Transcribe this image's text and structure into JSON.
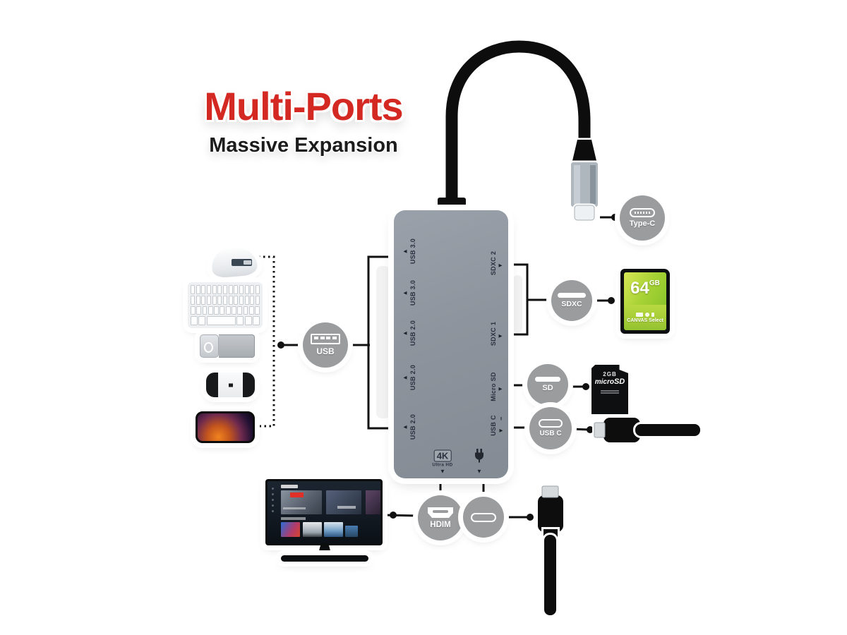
{
  "title": {
    "main": "Multi-Ports",
    "subtitle": "Massive Expansion"
  },
  "hub": {
    "left_ports": [
      "USB 3.0",
      "USB 3.0",
      "USB 2.0",
      "USB 2.0",
      "USB 2.0"
    ],
    "right_ports": [
      "SDXC 2",
      "SDXC 1",
      "Micro SD",
      "USB C"
    ],
    "bottom": {
      "badge": "4K",
      "label": "Ultra HD"
    }
  },
  "badges": {
    "type_c": "Type-C",
    "usb": "USB",
    "sdxc": "SDXC",
    "sd": "SD",
    "usb_c": "USB C",
    "hdmi": "HDIM"
  },
  "devices": {
    "sd_card": {
      "capacity": "64",
      "unit": "GB",
      "series": "CANVAS Select"
    },
    "micro_sd_card": {
      "capacity": "2GB",
      "logo_micro": "micro",
      "logo_sd": "SD"
    }
  },
  "icons": {
    "arrow_left": "◀",
    "arrow_right": "▶",
    "arrow_down": "▼",
    "double_bar": "‖"
  },
  "colors": {
    "accent_red": "#d42823",
    "badge_gray": "#9a9c9e",
    "hub_gray": "#8d949d"
  }
}
